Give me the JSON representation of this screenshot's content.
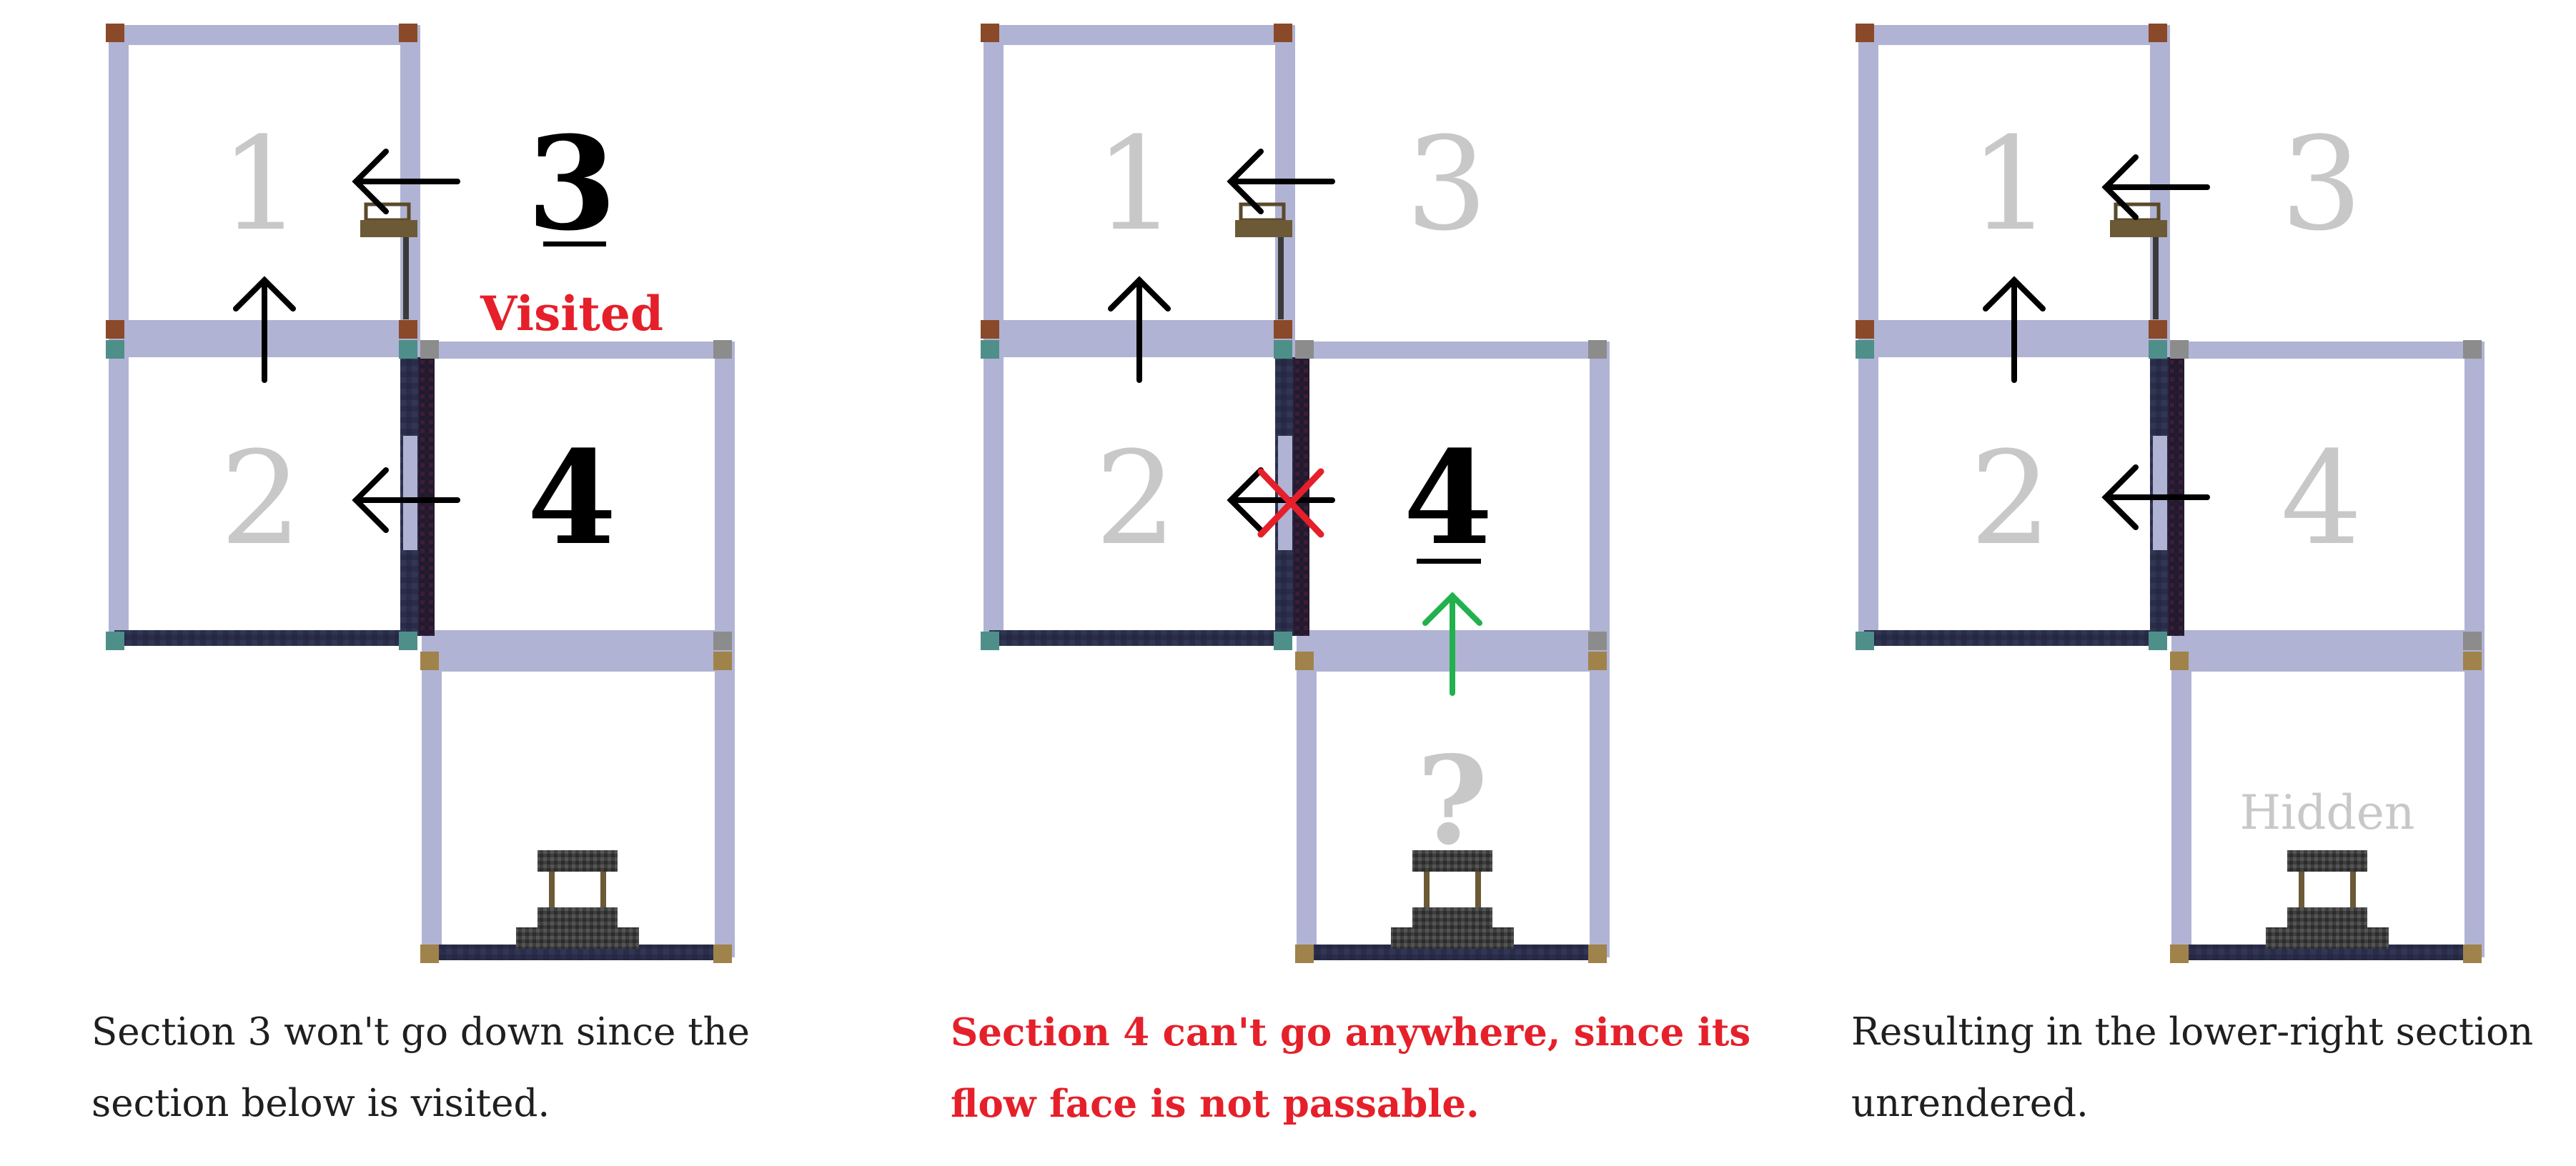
{
  "panels": [
    {
      "labels": {
        "s1": "1",
        "s2": "2",
        "s3": "3",
        "s4": "4"
      },
      "note": "Visited",
      "caption": [
        "Section 3 won't go down since the",
        "section below is visited."
      ]
    },
    {
      "labels": {
        "s1": "1",
        "s2": "2",
        "s3": "3",
        "s4": "4",
        "s5": "?"
      },
      "caption": [
        "Section 4 can't go anywhere, since its",
        "flow face is not passable."
      ]
    },
    {
      "labels": {
        "s1": "1",
        "s2": "2",
        "s3": "3",
        "s4": "4"
      },
      "note": "Hidden",
      "caption": [
        "Resulting in the lower-right section",
        "unrendered."
      ]
    }
  ],
  "colors": {
    "frame": "#b0b3d3",
    "frame_edge": "#8a8fb8",
    "navy": "#2a2d4a",
    "dark_wall": "#1e2235",
    "corner_brown": "#8a4a2a",
    "corner_teal": "#4e8f8a",
    "corner_gray": "#8c8c8c",
    "corner_tan": "#a0834a",
    "label_gray": "#c8c8c8",
    "red": "#e5202a",
    "green": "#22b14c"
  },
  "icons": [
    "arrow-left-icon",
    "arrow-up-icon",
    "red-cross-icon",
    "fountain-icon",
    "bench-icon"
  ]
}
